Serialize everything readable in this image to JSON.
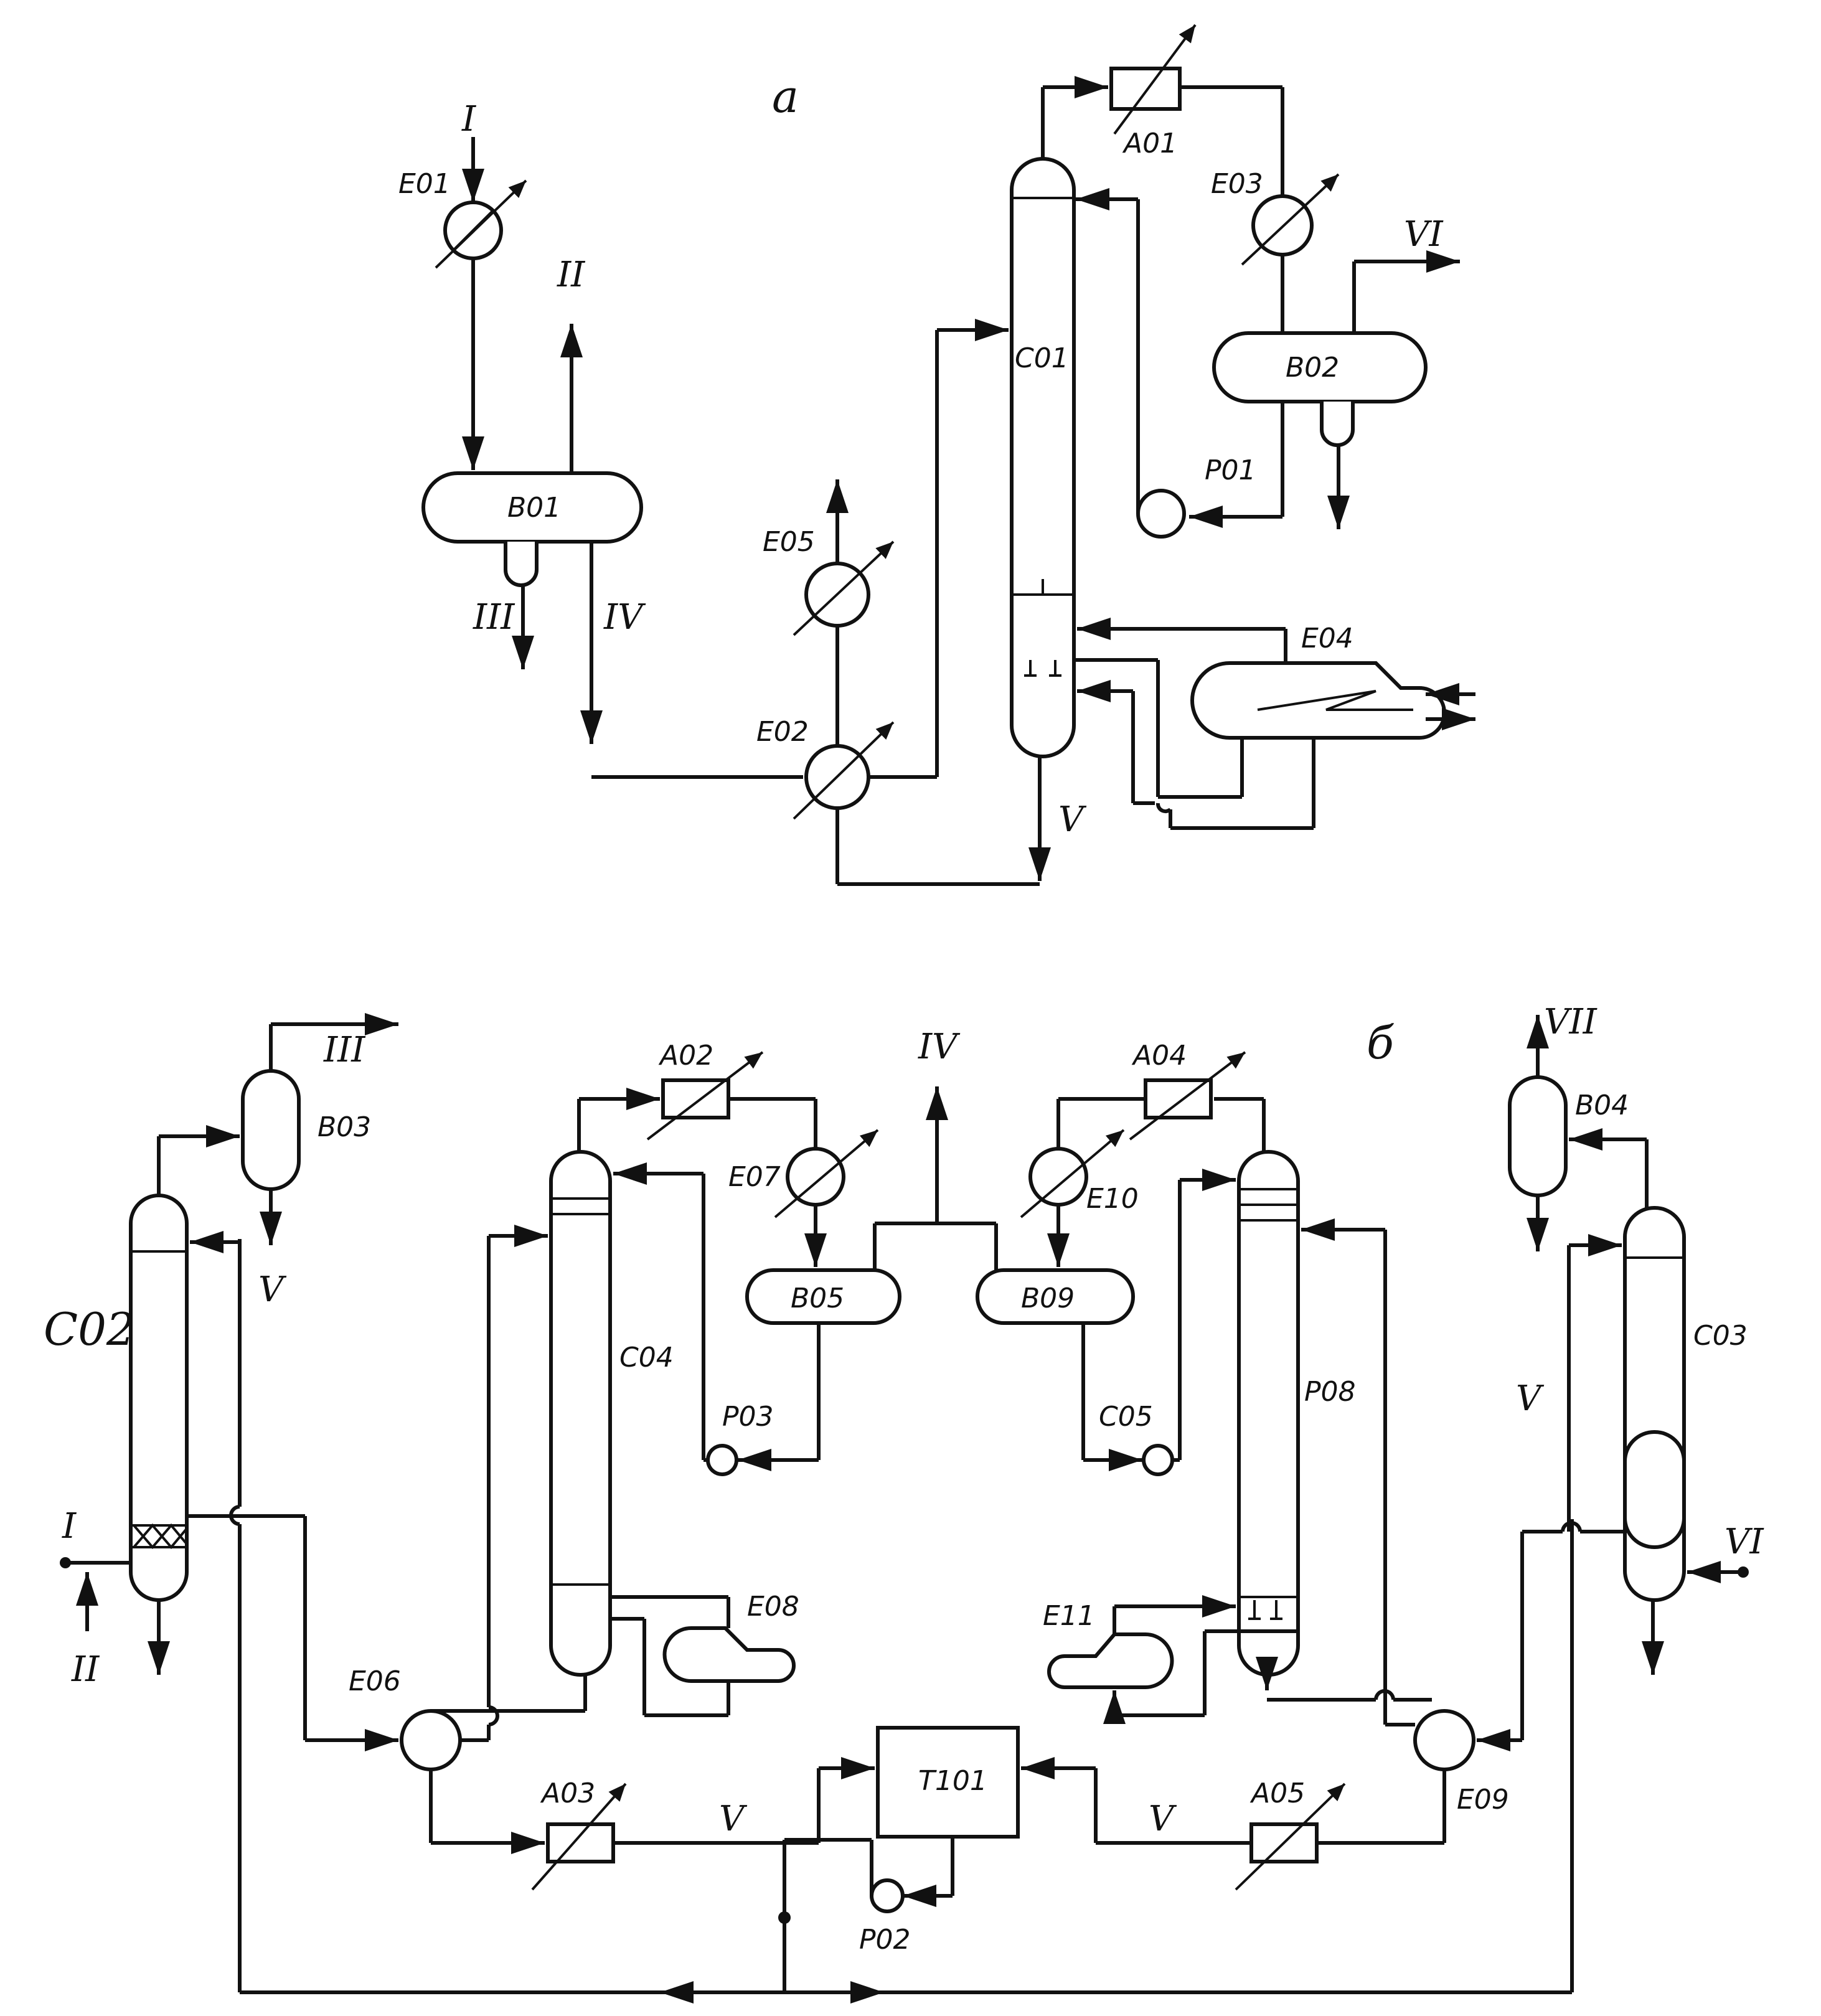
{
  "diagram": {
    "scheme_a": {
      "label": "а",
      "streams": [
        "I",
        "II",
        "III",
        "IV",
        "V",
        "VI"
      ],
      "units": [
        "E01",
        "B01",
        "E05",
        "E02",
        "C01",
        "A01",
        "E03",
        "B02",
        "P01",
        "E04"
      ]
    },
    "scheme_b": {
      "label": "б",
      "streams": [
        "I",
        "II",
        "III",
        "IV",
        "V",
        "VI",
        "VII"
      ],
      "units": [
        "C02",
        "B03",
        "A02",
        "E07",
        "B05",
        "C04",
        "P03",
        "E08",
        "E06",
        "A03",
        "T101",
        "P02",
        "A04",
        "E10",
        "B09",
        "C05",
        "P08",
        "E11",
        "A05",
        "E09",
        "B04",
        "C03"
      ]
    }
  }
}
